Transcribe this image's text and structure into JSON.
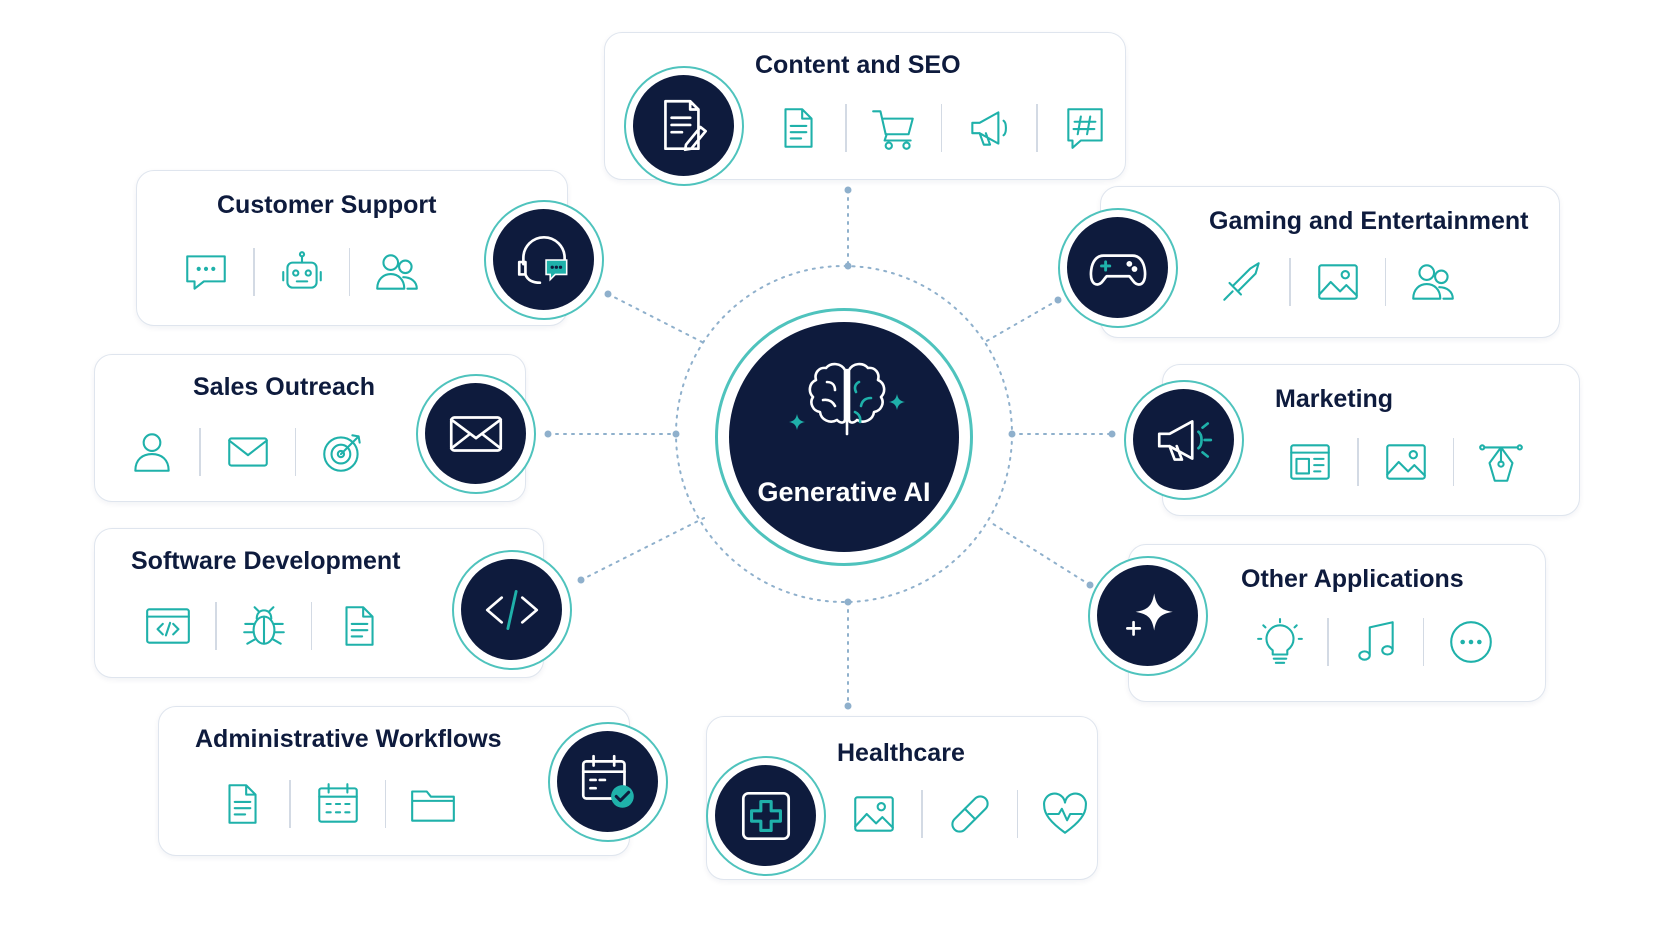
{
  "hub": {
    "title": "Generative AI",
    "icon": "brain-sparkle-icon"
  },
  "colors": {
    "navy": "#0e1b3d",
    "teal": "#1fb1aa",
    "ring": "#4fc3bd",
    "connector": "#8fb0cc"
  },
  "categories": [
    {
      "id": "content-seo",
      "title": "Content and SEO",
      "badge_icon": "document-pen-icon",
      "icons": [
        "document-icon",
        "cart-icon",
        "megaphone-icon",
        "hashtag-icon"
      ]
    },
    {
      "id": "customer-support",
      "title": "Customer Support",
      "badge_icon": "headset-chat-icon",
      "icons": [
        "chat-bubble-icon",
        "robot-icon",
        "users-icon"
      ]
    },
    {
      "id": "gaming-entertainment",
      "title": "Gaming and Entertainment",
      "badge_icon": "gamepad-icon",
      "icons": [
        "sword-icon",
        "image-icon",
        "users-icon"
      ]
    },
    {
      "id": "sales-outreach",
      "title": "Sales Outreach",
      "badge_icon": "envelope-icon",
      "icons": [
        "user-icon",
        "mail-icon",
        "target-icon"
      ]
    },
    {
      "id": "marketing",
      "title": "Marketing",
      "badge_icon": "megaphone-icon",
      "icons": [
        "layout-icon",
        "image-icon",
        "vector-pen-icon"
      ]
    },
    {
      "id": "software-development",
      "title": "Software Development",
      "badge_icon": "code-icon",
      "icons": [
        "code-window-icon",
        "bug-icon",
        "document-icon"
      ]
    },
    {
      "id": "other-applications",
      "title": "Other Applications",
      "badge_icon": "sparkle-icon",
      "icons": [
        "lightbulb-icon",
        "music-note-icon",
        "more-dots-icon"
      ]
    },
    {
      "id": "administrative-workflows",
      "title": "Administrative Workflows",
      "badge_icon": "calendar-check-icon",
      "icons": [
        "document-icon",
        "calendar-icon",
        "folder-icon"
      ]
    },
    {
      "id": "healthcare",
      "title": "Healthcare",
      "badge_icon": "medical-cross-icon",
      "icons": [
        "image-icon",
        "pill-icon",
        "heartbeat-icon"
      ]
    }
  ]
}
